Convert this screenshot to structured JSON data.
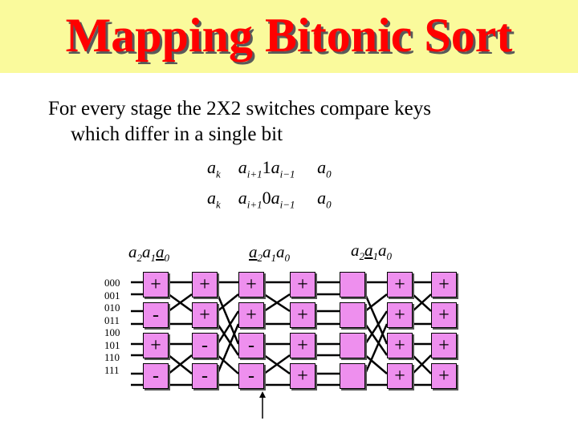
{
  "slide": {
    "title": "Mapping Bitonic Sort",
    "body_line1": "For every stage the  2X2 switches compare keys",
    "body_line2": "which differ in a single bit",
    "formula1": {
      "left": "a",
      "left_sub": "k",
      "glyph": "",
      "mid_a": "a",
      "mid_sub1": "i+1",
      "mid_digit": "1",
      "mid_b": "a",
      "mid_sub2": "i−1",
      "right": "a",
      "right_sub": "0"
    },
    "formula2": {
      "left": "a",
      "left_sub": "k",
      "glyph": "",
      "mid_a": "a",
      "mid_sub1": "i+1",
      "mid_digit": "0",
      "mid_b": "a",
      "mid_sub2": "i−1",
      "right": "a",
      "right_sub": "0"
    },
    "bit_labels": [
      {
        "a2": "a",
        "s2": "2",
        "a1": "a",
        "s1": "1",
        "a0": "a",
        "s0": "0"
      },
      {
        "a2": "a",
        "s2": "2",
        "a1": "a",
        "s1": "1",
        "a0": "a",
        "s0": "0"
      },
      {
        "a2": "a",
        "s2": "2",
        "a1": "a",
        "s1": "1",
        "a0": "a",
        "s0": "0"
      }
    ],
    "row_labels": [
      "000",
      "001",
      "010",
      "011",
      "100",
      "101",
      "110",
      "111"
    ]
  },
  "switch_columns": [
    [
      "+",
      "-",
      "+",
      "-"
    ],
    [
      "+",
      "+",
      "-",
      "-"
    ],
    [
      "+",
      "+",
      "-",
      "-"
    ],
    [
      "+",
      "+",
      "+",
      "+"
    ],
    [
      "",
      "",
      "",
      ""
    ],
    [
      "+",
      "+",
      "+",
      "+"
    ],
    [
      "+",
      "+",
      "+",
      "+"
    ]
  ],
  "colors": {
    "title": "#ff0000",
    "title_bg": "#fafa9c",
    "switch_fill": "#ee8fee"
  }
}
